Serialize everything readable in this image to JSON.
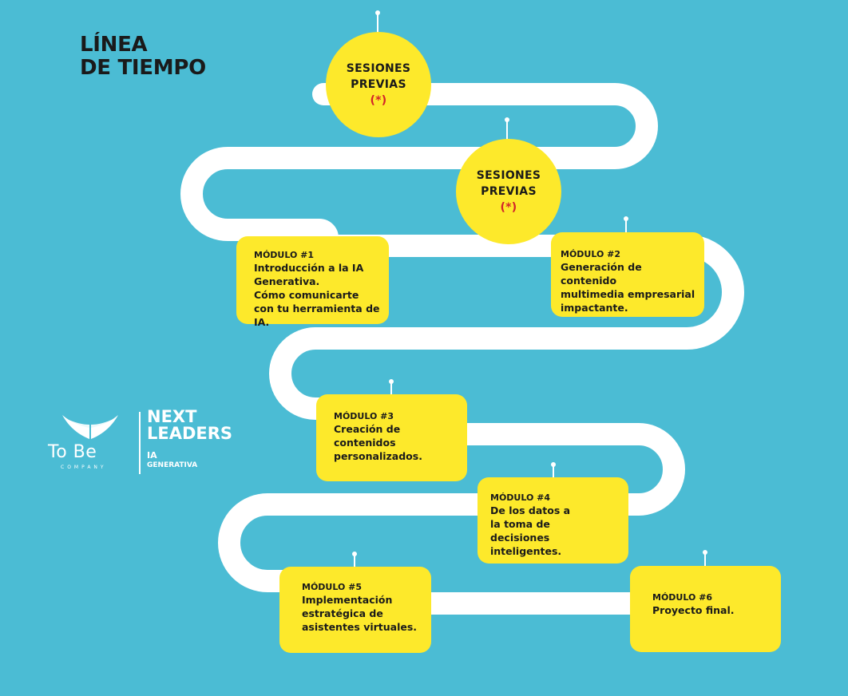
{
  "title": {
    "line1": "LÍNEA",
    "line2": "DE TIEMPO"
  },
  "sessions": [
    {
      "line1": "SESIONES",
      "line2": "PREVIAS",
      "note": "(*)"
    },
    {
      "line1": "SESIONES",
      "line2": "PREVIAS",
      "note": "(*)"
    }
  ],
  "modules": [
    {
      "title": "MÓDULO #1",
      "lines": [
        "Introducción a la  IA",
        "Generativa.",
        "Cómo comunicarte",
        "con tu herramienta de IA."
      ]
    },
    {
      "title": "MÓDULO #2",
      "lines": [
        "Generación de contenido",
        "multimedia empresarial",
        "impactante."
      ]
    },
    {
      "title": "MÓDULO #3",
      "lines": [
        "Creación de",
        "contenidos",
        "personalizados."
      ]
    },
    {
      "title": "MÓDULO #4",
      "lines": [
        "De los datos a",
        "la toma de",
        "decisiones inteligentes."
      ]
    },
    {
      "title": "MÓDULO #5",
      "lines": [
        "Implementación",
        "estratégica de",
        "asistentes virtuales."
      ]
    },
    {
      "title": "MÓDULO #6",
      "lines": [
        "Proyecto final."
      ]
    }
  ],
  "logo": {
    "brand": "To Be",
    "company": "COMPANY",
    "program_line1": "NEXT",
    "program_line2": "LEADERS",
    "ia": "IA",
    "generativa": "GENERATIVA"
  },
  "colors": {
    "background": "#4bbcd4",
    "road": "#ffffff",
    "node": "#fde92b",
    "note": "#d2232a",
    "text": "#1a1a1a"
  },
  "icons": [
    "wings-logo-icon"
  ]
}
